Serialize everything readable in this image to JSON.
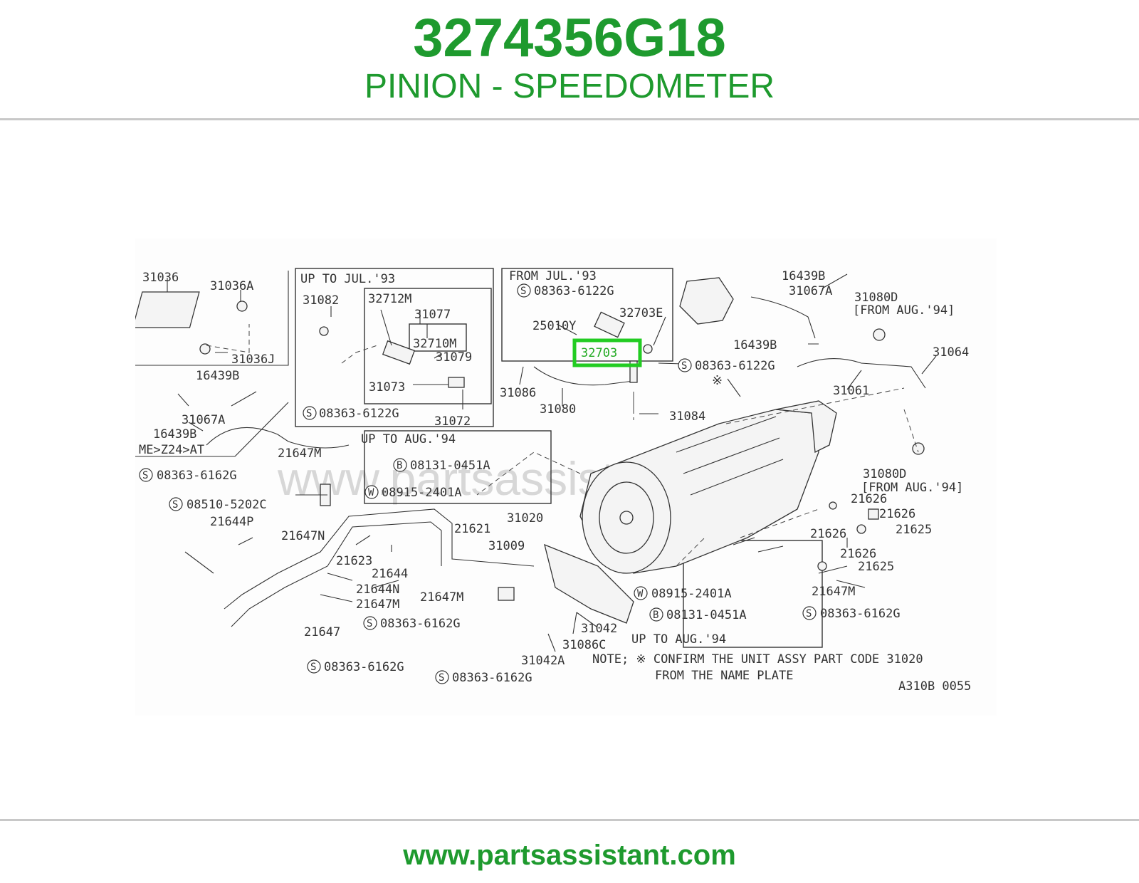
{
  "header": {
    "part_number": "3274356G18",
    "part_name": "PINION - SPEEDOMETER",
    "color": "#1e9a2e"
  },
  "footer": {
    "url": "www.partsassistant.com"
  },
  "highlight": {
    "label": "32703",
    "color": "#22cc22"
  },
  "diagram": {
    "watermark": "www.partsassistant.com",
    "boxes": {
      "up_to_jul93": "UP TO JUL.'93",
      "from_jul93": "FROM JUL.'93",
      "up_to_aug94_a": "UP TO AUG.'94",
      "up_to_aug94_b": "UP TO AUG.'94"
    },
    "labels": {
      "p31036": "31036",
      "p31036A": "31036A",
      "p31036J": "31036J",
      "p16439B_left": "16439B",
      "p31067A_left": "31067A",
      "p16439B_left2": "16439B",
      "model": "ME>Z24>AT",
      "p31082": "31082",
      "p32712M": "32712M",
      "p31077": "31077",
      "p32710M": "32710M",
      "p31079": "31079",
      "p31073": "31073",
      "p31072": "31072",
      "s08363_6122G_a": "08363-6122G",
      "s08363_6122G_b": "08363-6122G",
      "p25010Y": "25010Y",
      "p32703E": "32703E",
      "s08363_6122G_c": "08363-6122G",
      "p31086": "31086",
      "p31080": "31080",
      "p31084": "31084",
      "p16439B_top": "16439B",
      "p31067A_top": "31067A",
      "p31080D_top": "31080D",
      "from_aug94_a": "[FROM AUG.'94]",
      "p16439B_mid": "16439B",
      "p31064": "31064",
      "p31061": "31061",
      "b08131_0451A_a": "08131-0451A",
      "w08915_2401A_a": "08915-2401A",
      "p31020": "31020",
      "p31009": "31009",
      "p21647M_a": "21647M",
      "s08363_6162G_a": "08363-6162G",
      "s08510_5202C": "08510-5202C",
      "p21644P": "21644P",
      "p21647N": "21647N",
      "p21623": "21623",
      "p21621": "21621",
      "p21644": "21644",
      "p21644N": "21644N",
      "p21647M_b": "21647M",
      "s08363_6162G_b": "08363-6162G",
      "p21647": "21647",
      "s08363_6162G_c": "08363-6162G",
      "p21647M_c": "21647M",
      "s08363_6162G_d": "08363-6162G",
      "p31042A": "31042A",
      "p31086C": "31086C",
      "p31042": "31042",
      "w08915_2401A_b": "08915-2401A",
      "b08131_0451A_b": "08131-0451A",
      "p31080D_mid": "31080D",
      "from_aug94_b": "[FROM AUG.'94]",
      "p21626_a": "21626",
      "p21626_b": "21626",
      "p21626_c": "21626",
      "p21625_a": "21625",
      "p21626_d": "21626",
      "p21625_b": "21625",
      "p21647M_d": "21647M",
      "s08363_6162G_e": "08363-6162G",
      "note_1": "NOTE; ※ CONFIRM THE UNIT ASSY PART CODE  31020",
      "note_2": "FROM THE NAME PLATE",
      "ref_code": "A310B 0055"
    },
    "symbols": {
      "s": "S",
      "b": "B",
      "w": "W",
      "asterisk": "※"
    }
  }
}
